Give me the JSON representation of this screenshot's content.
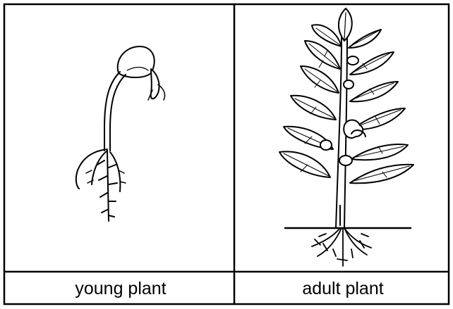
{
  "panels": [
    {
      "id": "young",
      "caption": "young plant"
    },
    {
      "id": "adult",
      "caption": "adult plant"
    }
  ],
  "colors": {
    "line": "#000000",
    "background": "#ffffff"
  }
}
